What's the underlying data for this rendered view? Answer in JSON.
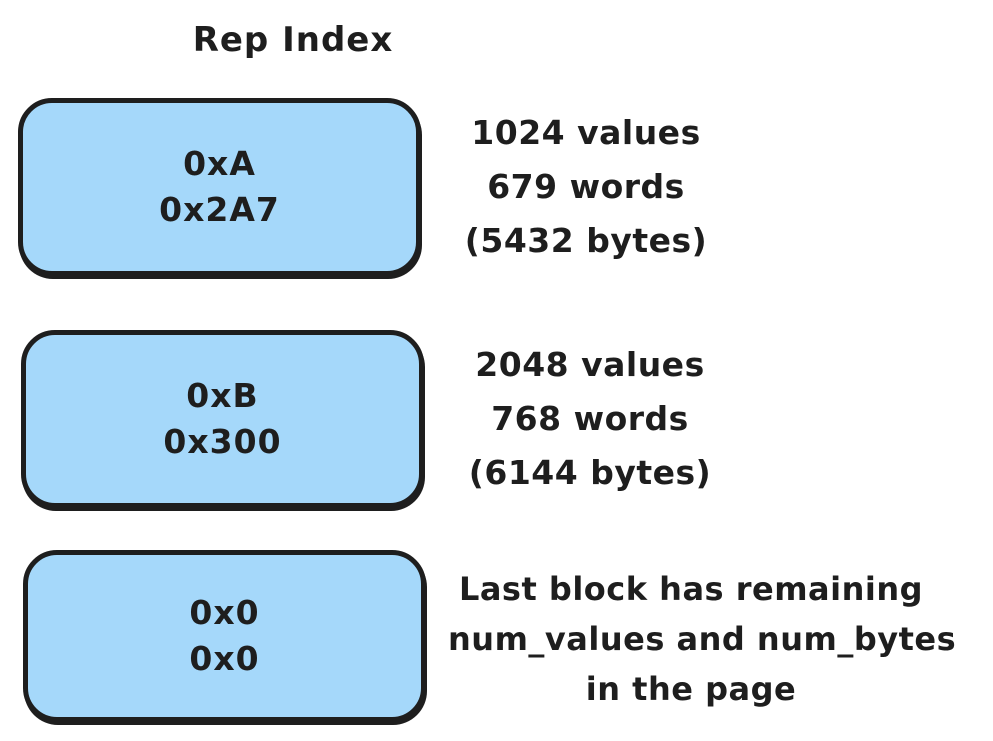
{
  "title": "Rep Index",
  "colors": {
    "background": "#ffffff",
    "box_fill": "#a5d8fa",
    "box_border": "#1e1e1e",
    "text": "#1e1e1e"
  },
  "blocks": [
    {
      "name": "rep-index-block-a",
      "line1": "0xA",
      "line2": "0x2A7",
      "annotation": [
        "1024 values",
        "679 words",
        "(5432 bytes)"
      ]
    },
    {
      "name": "rep-index-block-b",
      "line1": "0xB",
      "line2": "0x300",
      "annotation": [
        "2048 values",
        "768 words",
        "(6144 bytes)"
      ]
    },
    {
      "name": "rep-index-block-last",
      "line1": "0x0",
      "line2": "0x0",
      "annotation": [
        "Last block has remaining",
        "num_values and num_bytes",
        "in the page"
      ]
    }
  ]
}
